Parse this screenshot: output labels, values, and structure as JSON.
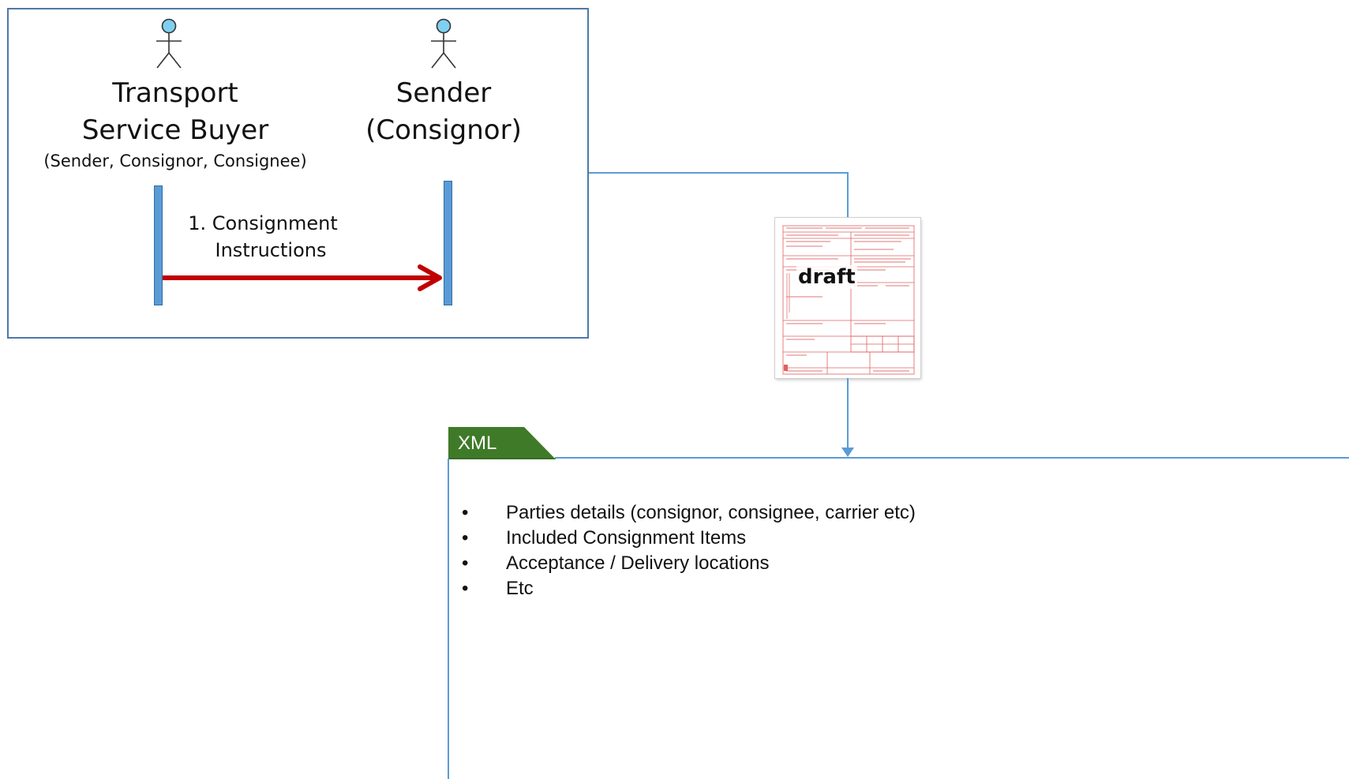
{
  "actors": [
    {
      "name_lines": [
        "Transport",
        "Service Buyer"
      ],
      "subtitle": "(Sender, Consignor, Consignee)"
    },
    {
      "name_lines": [
        "Sender",
        "(Consignor)"
      ],
      "subtitle": ""
    }
  ],
  "message": {
    "lines": [
      "1. Consignment",
      "Instructions"
    ],
    "color": "#c00000"
  },
  "document": {
    "label": "draft"
  },
  "xml_section": {
    "tab_label": "XML",
    "tab_color": "#3f7a28",
    "items": [
      "Parties details (consignor, consignee, carrier etc)",
      "Included Consignment Items",
      "Acceptance / Delivery locations",
      "Etc"
    ]
  },
  "colors": {
    "frame": "#4e79a7",
    "lifeline": "#5b9bd5",
    "actor_head": "#7fd0f0",
    "arrow": "#c00000"
  }
}
